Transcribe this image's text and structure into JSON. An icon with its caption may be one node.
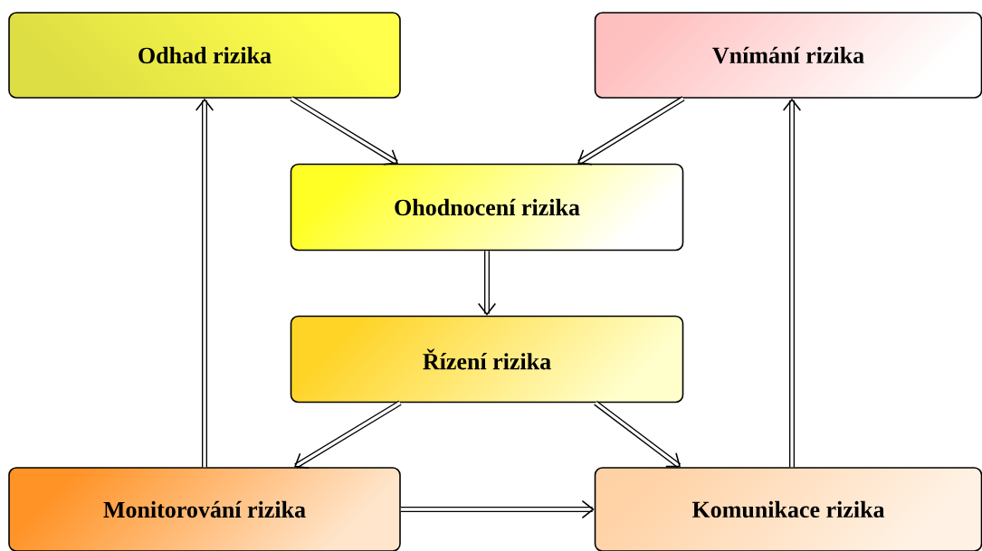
{
  "diagram": {
    "nodes": [
      {
        "text": [
          "Odhad rizika"
        ]
      },
      {
        "text": [
          "Vnímání rizika"
        ]
      },
      {
        "text": [
          "Ohodnocení rizika"
        ]
      },
      {
        "text": [
          "Řízení rizika"
        ]
      },
      {
        "text": [
          "Monitorování rizika"
        ]
      },
      {
        "text": [
          "Komunikace rizika"
        ]
      }
    ],
    "edges": [
      {
        "from": 0,
        "to": 2,
        "arrow": "to"
      },
      {
        "from": 1,
        "to": 2,
        "arrow": "to"
      },
      {
        "from": 2,
        "to": 3,
        "arrow": "to"
      },
      {
        "from": 3,
        "to": 4,
        "arrow": "to"
      },
      {
        "from": 3,
        "to": 5,
        "arrow": "to"
      },
      {
        "from": 4,
        "to": 5,
        "arrow": "to"
      },
      {
        "from": 4,
        "to": 0,
        "arrow": "to"
      },
      {
        "from": 5,
        "to": 1,
        "arrow": "to"
      }
    ]
  }
}
